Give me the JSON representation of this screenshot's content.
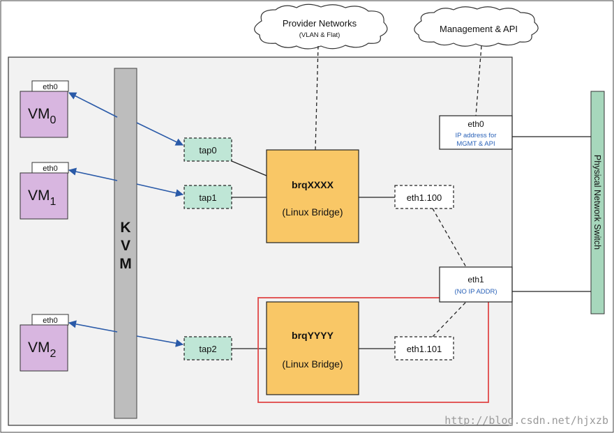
{
  "clouds": {
    "provider": {
      "title": "Provider Networks",
      "subtitle": "(VLAN & Flat)"
    },
    "management": {
      "title": "Management & API"
    }
  },
  "kvm": {
    "label": "KVM"
  },
  "vms": [
    {
      "iface": "eth0",
      "name": "VM",
      "index": "0"
    },
    {
      "iface": "eth0",
      "name": "VM",
      "index": "1"
    },
    {
      "iface": "eth0",
      "name": "VM",
      "index": "2"
    }
  ],
  "taps": [
    "tap0",
    "tap1",
    "tap2"
  ],
  "bridges": [
    {
      "name": "brqXXXX",
      "type": "(Linux Bridge)"
    },
    {
      "name": "brqYYYY",
      "type": "(Linux Bridge)"
    }
  ],
  "vlan_ifaces": [
    "eth1.100",
    "eth1.101"
  ],
  "host_ifaces": {
    "eth0": {
      "name": "eth0",
      "note1": "IP address for",
      "note2": "MGMT & API"
    },
    "eth1": {
      "name": "eth1",
      "note": "(NO IP ADDR)"
    }
  },
  "switch": {
    "label": "Physical Network Switch"
  },
  "watermark": "http://blog.csdn.net/hjxzb",
  "colors": {
    "vm_fill": "#d8b6e0",
    "tap_fill": "#bfe6d6",
    "bridge_fill": "#f9c766",
    "switch_fill": "#a7d7bc",
    "host_fill": "#f2f2f2",
    "kvm_fill": "#bdbdbd",
    "link_blue": "#2a5aa8",
    "highlight_red": "#e04848",
    "note_blue": "#2a62b8"
  }
}
